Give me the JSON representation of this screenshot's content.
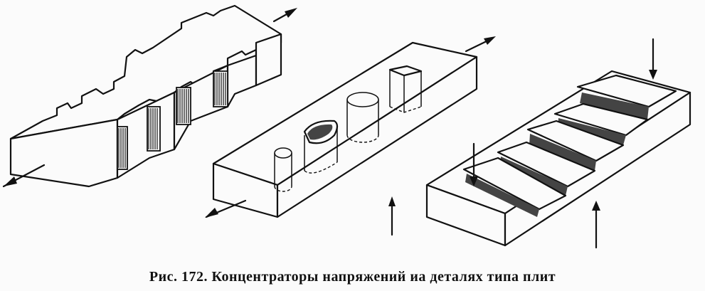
{
  "caption": "Рис. 172. Концентраторы напряжений иа деталях типа плит",
  "figure": {
    "panels": [
      {
        "id": "notched-plate",
        "description_icon": "stepped-plate-with-notches"
      },
      {
        "id": "plate-with-holes",
        "description_icon": "plate-with-through-holes"
      },
      {
        "id": "ribbed-plate",
        "description_icon": "plate-with-grooves"
      }
    ]
  }
}
